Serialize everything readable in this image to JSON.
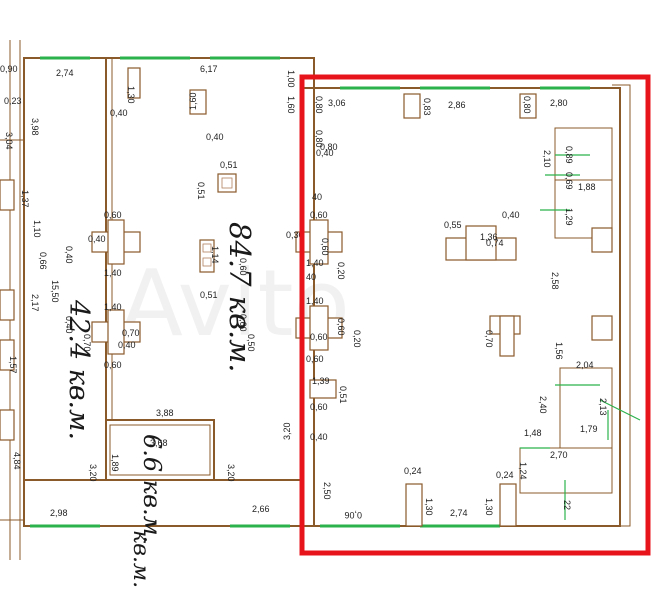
{
  "plan": {
    "watermark": "Avito",
    "areas": {
      "left": "42.4 кв.м.",
      "center": "84.7 кв.м.",
      "small": "6.6 кв.м.",
      "bottom": "кв.м."
    },
    "dimensions": [
      "0,90",
      "0,23",
      "3,04",
      "3,98",
      "2,74",
      "1,30",
      "6,17",
      "1,60",
      "1,00",
      "1,60",
      "0,40",
      "0,40",
      "0,51",
      "0,51",
      "1,37",
      "1,10",
      "0,66",
      "0,40",
      "0,60",
      "0,40",
      "1,40",
      "1,14",
      "0,60",
      "0,30",
      "0,60",
      "0,20",
      "15,50",
      "2,17",
      "0,40",
      "1,40",
      "0,51",
      "0,70",
      "0,40",
      "0,60",
      "0,50",
      "0,60",
      "1,57",
      "0,60",
      "40",
      "0,60",
      "0,20",
      "4,84",
      "3,88",
      "3,68",
      "1,89",
      "3,20",
      "3,20",
      "3,20",
      "1,39",
      "0,51",
      "2,98",
      "2,66",
      "0,80",
      "3,06",
      "0,83",
      "2,86",
      "0,80",
      "2,80",
      "0,80",
      "0,89",
      "2,10",
      "0,69",
      "1,88",
      "1,29",
      "0,55",
      "0,40",
      "1,36",
      "0,74",
      "2,58",
      "0,70",
      "1,56",
      "2,04",
      "2,40",
      "2,13",
      "1,79",
      "1,48",
      "2,70",
      "1,24",
      "0,24",
      "0,24",
      "2,50",
      "1,30",
      "1,30",
      "0,06",
      "2,74",
      "22",
      "0,40",
      "40",
      "1,40",
      "0,60",
      "1,40",
      "0,60",
      "0,70",
      "0,60",
      "0,40",
      "0,80"
    ]
  }
}
